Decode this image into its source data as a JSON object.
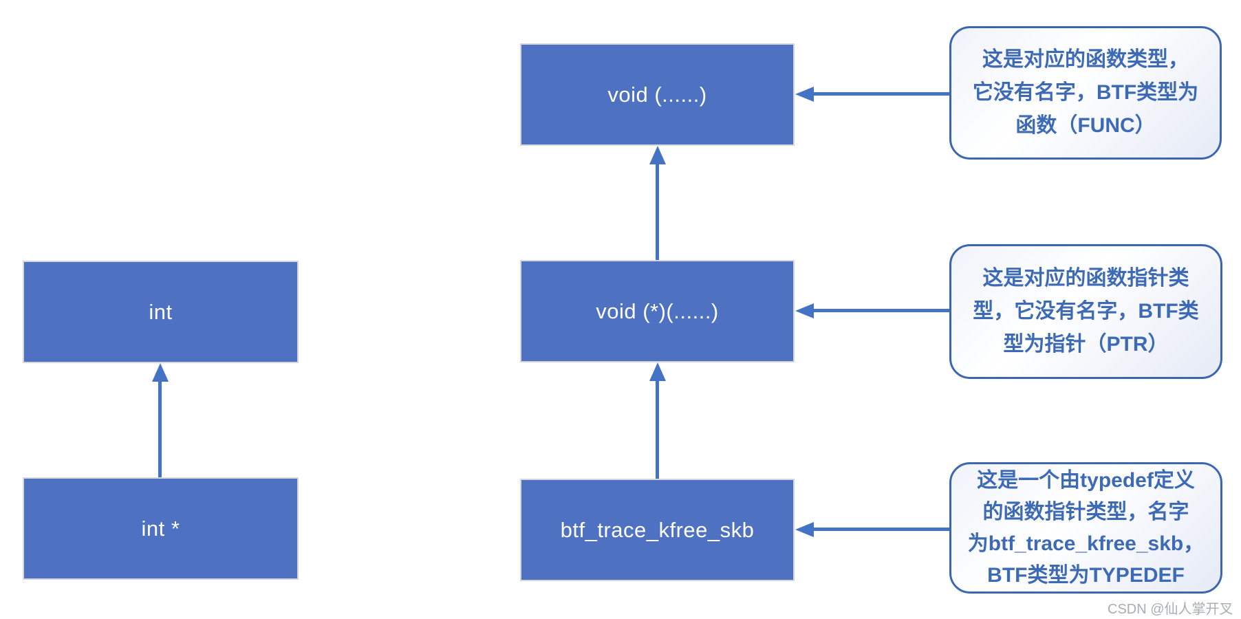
{
  "nodes": {
    "int_type": "int",
    "int_pointer_type": "int *",
    "func_type": "void (......)",
    "func_pointer_type": "void (*)(......)",
    "typedef_type": "btf_trace_kfree_skb"
  },
  "callouts": [
    {
      "target": "func_type",
      "lines": [
        "这是对应的函数类型，",
        "它没有名字，BTF类型为",
        "函数（FUNC）"
      ]
    },
    {
      "target": "func_pointer_type",
      "lines": [
        "这是对应的函数指针类",
        "型，它没有名字，BTF类",
        "型为指针（PTR）"
      ]
    },
    {
      "target": "typedef_type",
      "lines": [
        "这是一个由typedef定义",
        "的函数指针类型，名字",
        "为btf_trace_kfree_skb，",
        "BTF类型为TYPEDEF"
      ]
    }
  ],
  "watermark": "CSDN @仙人掌开叉",
  "colors": {
    "node-fill": "#4e72c1",
    "node-text": "#ffffff",
    "arrow": "#4472c4",
    "callout-border": "#3c66b0",
    "callout-text": "#3d6ab5",
    "watermark": "#a9adb3"
  }
}
